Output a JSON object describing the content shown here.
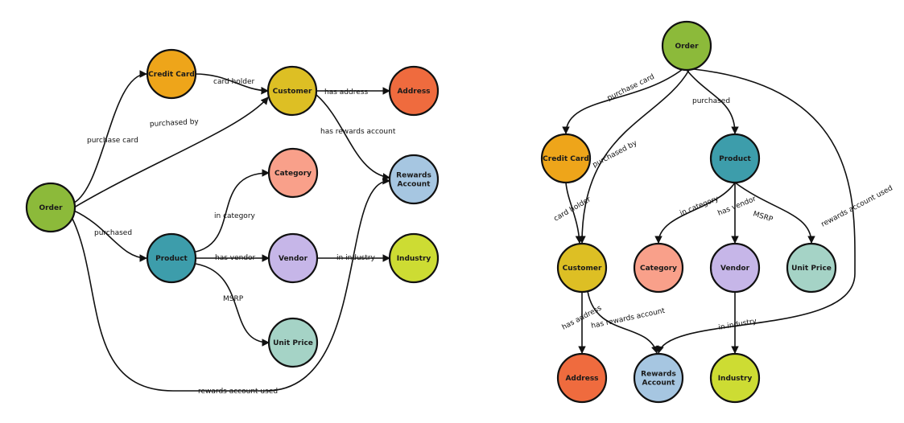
{
  "diagrams": [
    {
      "nodes": [
        {
          "label": "Order",
          "color": "#8cba3a"
        },
        {
          "label": "Credit Card",
          "color": "#eea51a"
        },
        {
          "label": "Customer",
          "color": "#ddbf24"
        },
        {
          "label": "Address",
          "color": "#ef6b3e"
        },
        {
          "label": "Category",
          "color": "#f9a08a"
        },
        {
          "label": "Rewards Account",
          "color": "#a6c6e1"
        },
        {
          "label": "Product",
          "color": "#3d9dab"
        },
        {
          "label": "Vendor",
          "color": "#c6b6e8"
        },
        {
          "label": "Industry",
          "color": "#cddc33"
        },
        {
          "label": "Unit Price",
          "color": "#a5d3c6"
        }
      ],
      "edges": [
        {
          "label": "purchase card"
        },
        {
          "label": "card holder"
        },
        {
          "label": "purchased by"
        },
        {
          "label": "has address"
        },
        {
          "label": "has rewards account"
        },
        {
          "label": "purchased"
        },
        {
          "label": "in category"
        },
        {
          "label": "has vendor"
        },
        {
          "label": "MSRP"
        },
        {
          "label": "in industry"
        },
        {
          "label": "rewards account used"
        }
      ]
    },
    {
      "nodes": [
        {
          "label": "Order",
          "color": "#8cba3a"
        },
        {
          "label": "Credit Card",
          "color": "#eea51a"
        },
        {
          "label": "Product",
          "color": "#3d9dab"
        },
        {
          "label": "Customer",
          "color": "#ddbf24"
        },
        {
          "label": "Category",
          "color": "#f9a08a"
        },
        {
          "label": "Vendor",
          "color": "#c6b6e8"
        },
        {
          "label": "Unit Price",
          "color": "#a5d3c6"
        },
        {
          "label": "Address",
          "color": "#ef6b3e"
        },
        {
          "label": "Rewards Account",
          "color": "#a6c6e1"
        },
        {
          "label": "Industry",
          "color": "#cddc33"
        }
      ],
      "edges": [
        {
          "label": "purchase card"
        },
        {
          "label": "purchased"
        },
        {
          "label": "purchased by"
        },
        {
          "label": "card holder"
        },
        {
          "label": "in category"
        },
        {
          "label": "has vendor"
        },
        {
          "label": "MSRP"
        },
        {
          "label": "rewards account used"
        },
        {
          "label": "has address"
        },
        {
          "label": "has rewards account"
        },
        {
          "label": "in industry"
        }
      ]
    }
  ]
}
